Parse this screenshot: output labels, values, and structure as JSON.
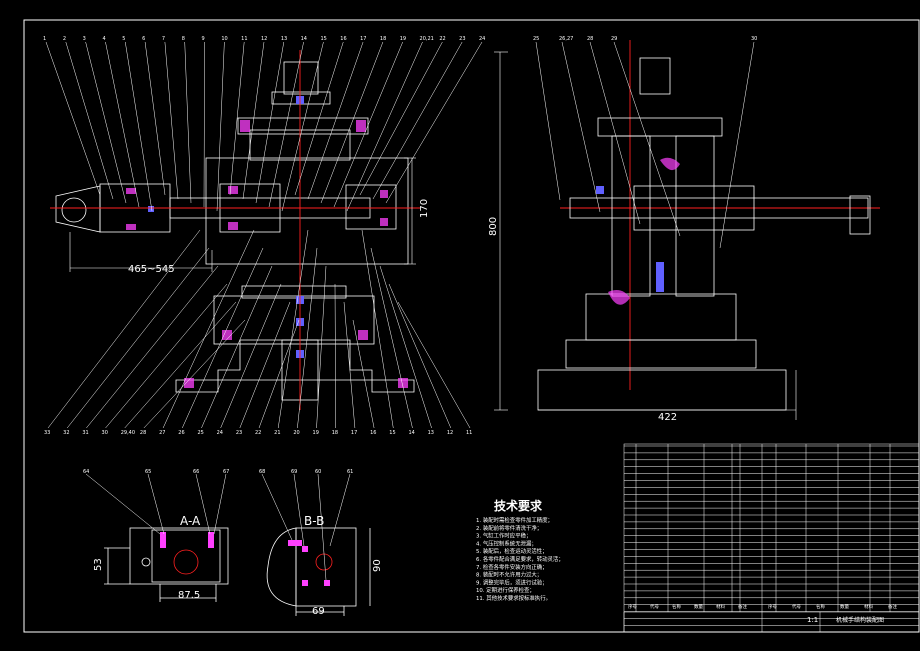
{
  "drawing": {
    "dimensions": {
      "width_range": "465~545",
      "height_left": "170",
      "height_right": "800",
      "base_width": "422",
      "aa_width": "87.5",
      "aa_height": "53",
      "bb_width": "69",
      "bb_height": "90"
    },
    "sections": {
      "aa": "A-A",
      "bb": "B-B"
    },
    "top_callouts": [
      "1",
      "2",
      "3",
      "4",
      "5",
      "6",
      "7",
      "8",
      "9",
      "10",
      "11",
      "12",
      "13",
      "14",
      "15",
      "16",
      "17",
      "18",
      "19",
      "20,21",
      "22",
      "23",
      "24"
    ],
    "right_callouts": [
      "25",
      "26,27",
      "28",
      "29",
      "30"
    ],
    "bottom_callouts": [
      "33",
      "32",
      "31",
      "30",
      "29,40",
      "28",
      "27",
      "26",
      "25",
      "24",
      "23",
      "22",
      "21",
      "20",
      "19",
      "18",
      "17",
      "16",
      "15",
      "14",
      "13",
      "12",
      "11"
    ],
    "section_callouts": [
      "64",
      "65",
      "66",
      "67",
      "68",
      "69",
      "60",
      "61"
    ]
  },
  "notes": {
    "title": "技术要求",
    "lines": [
      "1. 装配时需检查零件加工精度；",
      "2. 装配前将零件清洗干净；",
      "3. 气缸工作时应平稳；",
      "4. 气压控制系统无泄漏；",
      "5. 装配后，检查运动灵活性；",
      "6. 各零件配合满足要求，转动灵活；",
      "7. 检查各零件安装方向正确；",
      "8. 装配时不允许用力过大；",
      "9. 调整完毕后，须进行试验；",
      "10. 定期进行保养检查；",
      "11. 其他技术要求按标准执行。"
    ]
  },
  "title_block": {
    "scale": "1:1",
    "drawing_title": "机械手结构装配图",
    "left_headers": [
      "序号",
      "代号",
      "名称",
      "数量",
      "材料",
      "备注"
    ],
    "right_headers": [
      "序号",
      "代号",
      "名称",
      "数量",
      "材料",
      "备注"
    ]
  },
  "colors": {
    "background": "#000000",
    "line": "#ffffff",
    "centerline": "#ff2020",
    "dimension": "#ffffff",
    "bolt": "#6060ff",
    "accent": "#ff40ff"
  }
}
